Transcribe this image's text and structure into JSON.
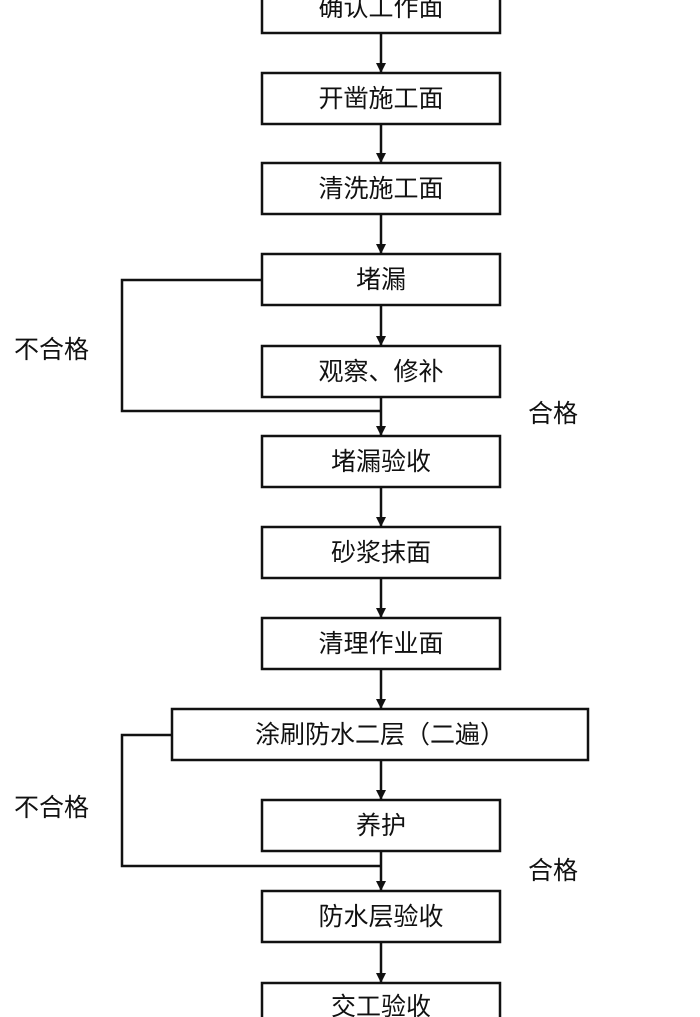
{
  "flowchart": {
    "steps": [
      "确认工作面",
      "开凿施工面",
      "清洗施工面",
      "堵漏",
      "观察、修补",
      "堵漏验收",
      "砂浆抹面",
      "清理作业面",
      "涂刷防水二层（二遍）",
      "养护",
      "防水层验收",
      "交工验收"
    ],
    "loops": [
      {
        "fail_label": "不合格",
        "pass_label": "合格"
      },
      {
        "fail_label": "不合格",
        "pass_label": "合格"
      }
    ]
  }
}
